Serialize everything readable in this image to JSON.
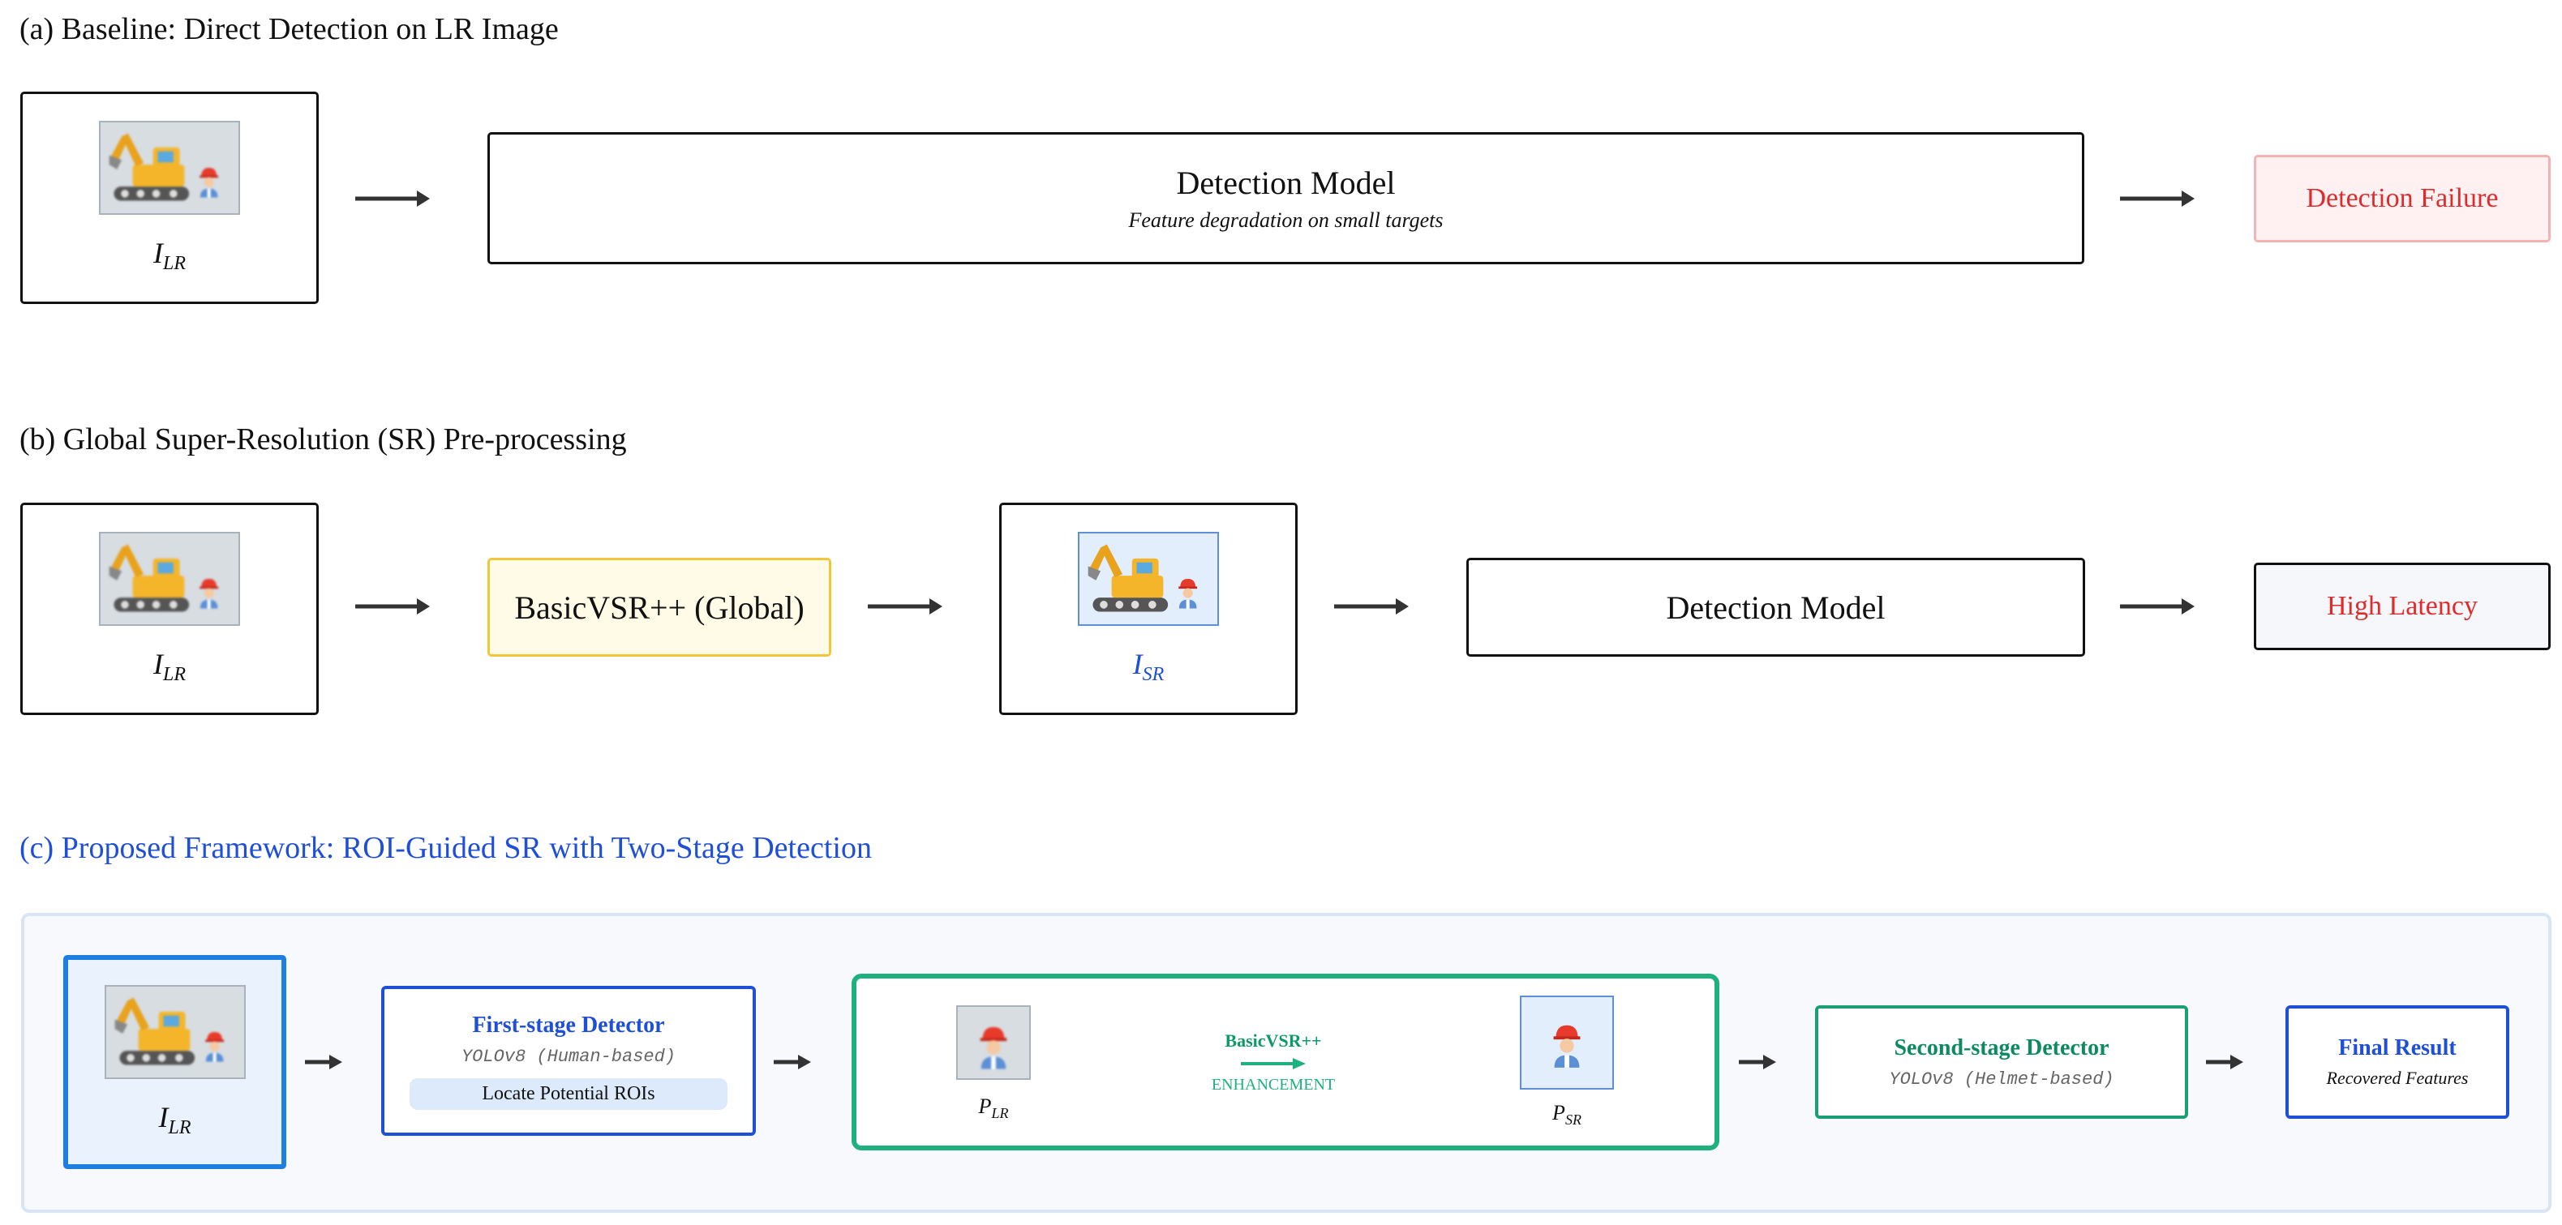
{
  "sections": {
    "a": {
      "title": "(a) Baseline: Direct Detection on LR Image",
      "input": {
        "var": "I",
        "sub": "LR"
      },
      "model": {
        "name": "Detection Model",
        "note": "Feature degradation on small targets"
      },
      "result": "Detection Failure"
    },
    "b": {
      "title": "(b) Global Super-Resolution (SR) Pre-processing",
      "input": {
        "var": "I",
        "sub": "LR"
      },
      "sr": "BasicVSR++ (Global)",
      "sr_output": {
        "var": "I",
        "sub": "SR"
      },
      "model": "Detection Model",
      "result": "High Latency"
    },
    "c": {
      "title": "(c) Proposed Framework: ROI-Guided SR with Two-Stage Detection",
      "input": {
        "var": "I",
        "sub": "LR"
      },
      "first_stage": {
        "name": "First-stage Detector",
        "model": "YOLOv8 (Human-based)",
        "task": "Locate Potential ROIs"
      },
      "enhancement": {
        "patch_lr": {
          "var": "P",
          "sub": "LR"
        },
        "method": "BasicVSR++",
        "label": "ENHANCEMENT",
        "patch_sr": {
          "var": "P",
          "sub": "SR"
        }
      },
      "second_stage": {
        "name": "Second-stage Detector",
        "model": "YOLOv8 (Helmet-based)"
      },
      "final": {
        "name": "Final Result",
        "note": "Recovered Features"
      }
    }
  },
  "colors": {
    "accent_blue": "#1f4fd6",
    "failure_red": "#df2b2b",
    "sr_yellow": "#f3c63a",
    "enhance_green": "#1fb07f"
  },
  "icons": [
    "excavator-icon",
    "worker-helmet-icon",
    "arrow-right-icon"
  ]
}
